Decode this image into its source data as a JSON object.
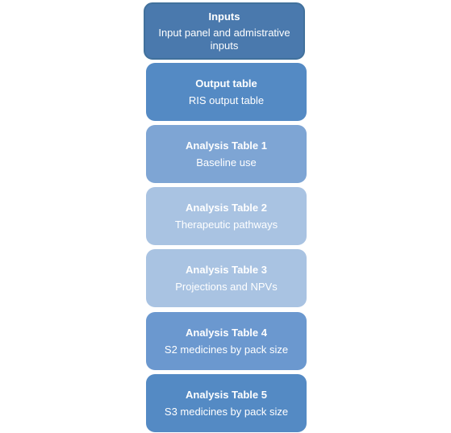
{
  "boxes": [
    {
      "title": "Inputs",
      "subtitle": "Input panel and admistrative inputs",
      "color": "#4a79ad"
    },
    {
      "title": "Output table",
      "subtitle": "RIS output table",
      "color": "#548ac4"
    },
    {
      "title": "Analysis Table 1",
      "subtitle": "Baseline use",
      "color": "#7ea5d4"
    },
    {
      "title": "Analysis Table 2",
      "subtitle": "Therapeutic pathways",
      "color": "#a9c3e2"
    },
    {
      "title": "Analysis Table 3",
      "subtitle": "Projections and NPVs",
      "color": "#a9c3e2"
    },
    {
      "title": "Analysis Table 4",
      "subtitle": "S2 medicines by pack size",
      "color": "#6b98cf"
    },
    {
      "title": "Analysis Table 5",
      "subtitle": "S3 medicines by pack size",
      "color": "#548ac4"
    }
  ]
}
